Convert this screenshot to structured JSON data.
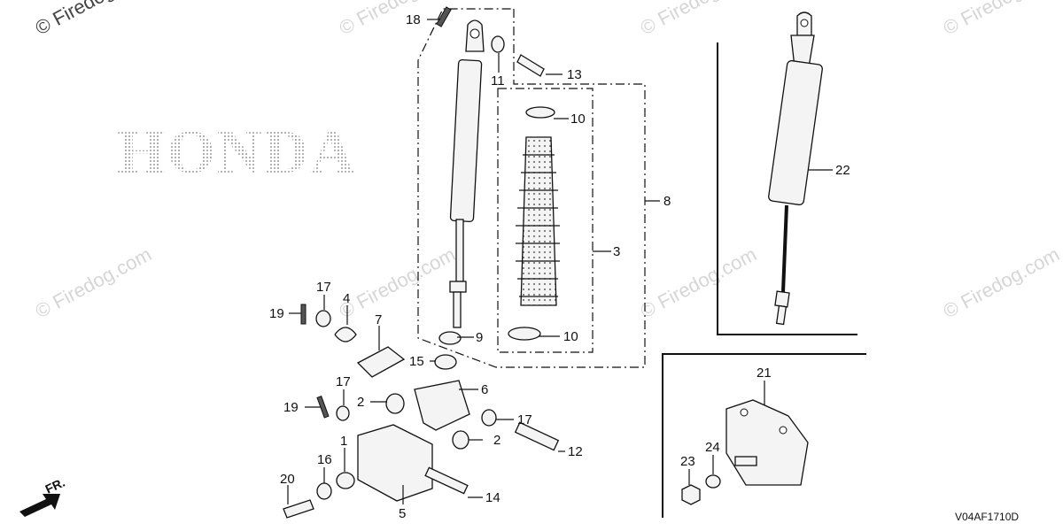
{
  "brand": "HONDA",
  "watermark": "© Firedog.com",
  "diagram_code": "V04AF1710D",
  "direction_label": "FR.",
  "callouts": [
    "18",
    "11",
    "13",
    "10",
    "22",
    "8",
    "3",
    "17",
    "4",
    "19",
    "7",
    "9",
    "15",
    "10",
    "17",
    "6",
    "2",
    "19",
    "17",
    "2",
    "1",
    "12",
    "16",
    "20",
    "14",
    "5",
    "21",
    "24",
    "23"
  ]
}
